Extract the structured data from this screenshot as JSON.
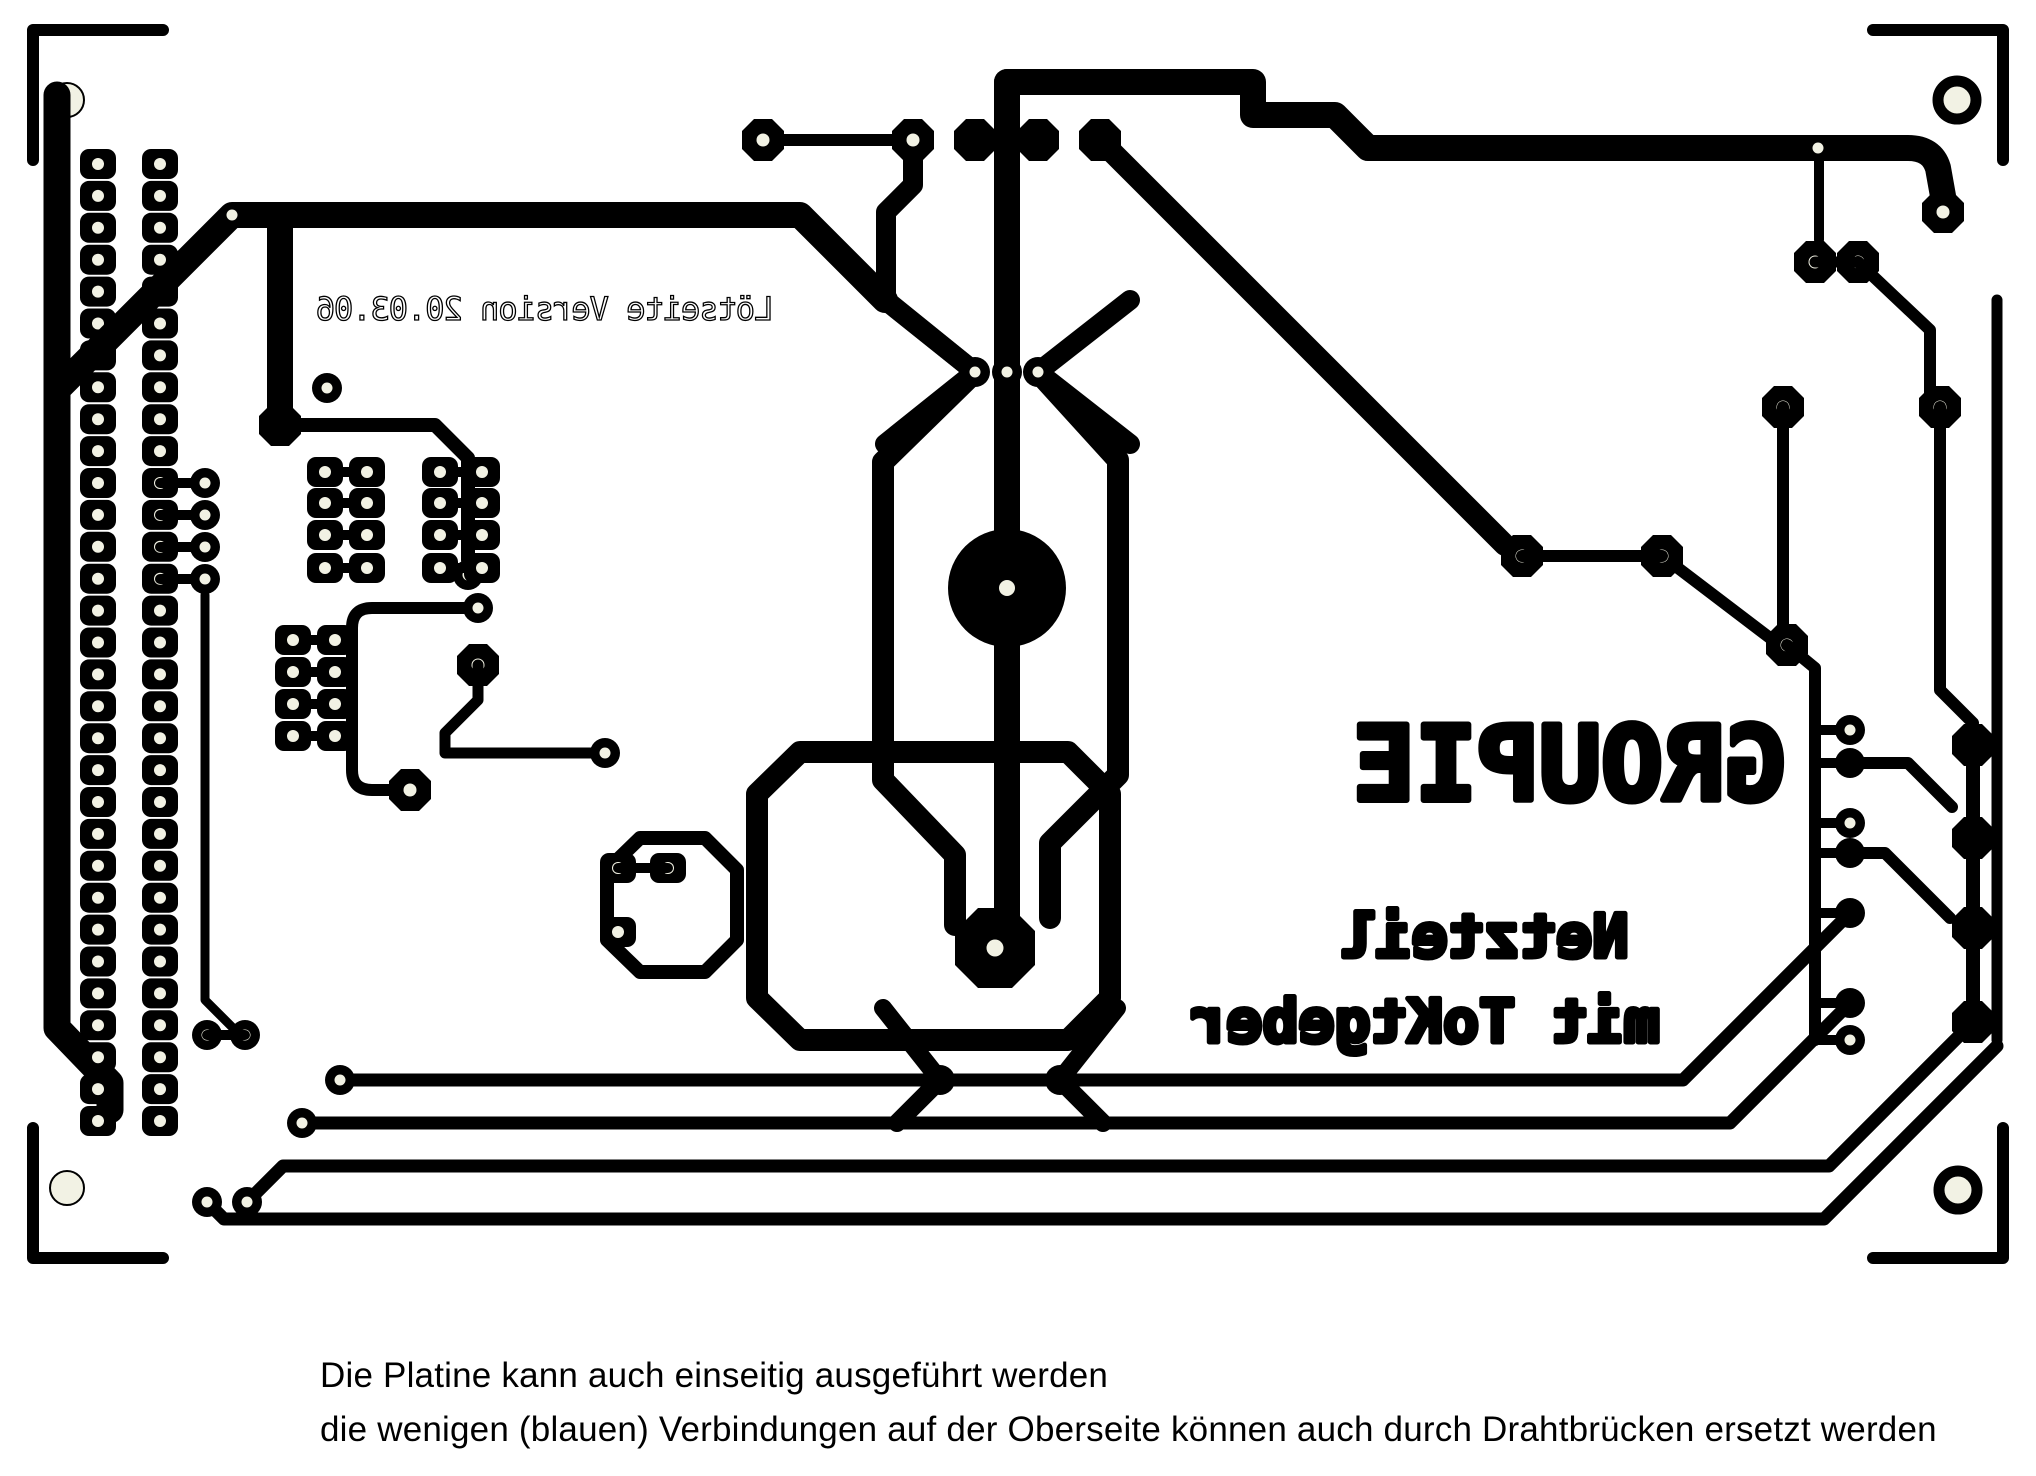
{
  "board": {
    "type": "pcb-solder-side-layout",
    "silkscreen": {
      "version_label": "Lötseite Version 20.03.06",
      "brand": "GROUPIE",
      "title_line1": "Netzteil",
      "title_line2": "mit ToKtgeber",
      "mirrored": true
    },
    "edge_connector": {
      "columns": 2,
      "rows": 31
    },
    "mounting_holes": 4,
    "colors": {
      "copper": "#000000",
      "background": "#ffffff",
      "drill_hole": "#f2f2e4"
    }
  },
  "caption": {
    "line1": "Die Platine kann auch einseitig ausgeführt werden",
    "line2": "die wenigen (blauen) Verbindungen auf der Oberseite können auch durch Drahtbrücken ersetzt werden"
  }
}
